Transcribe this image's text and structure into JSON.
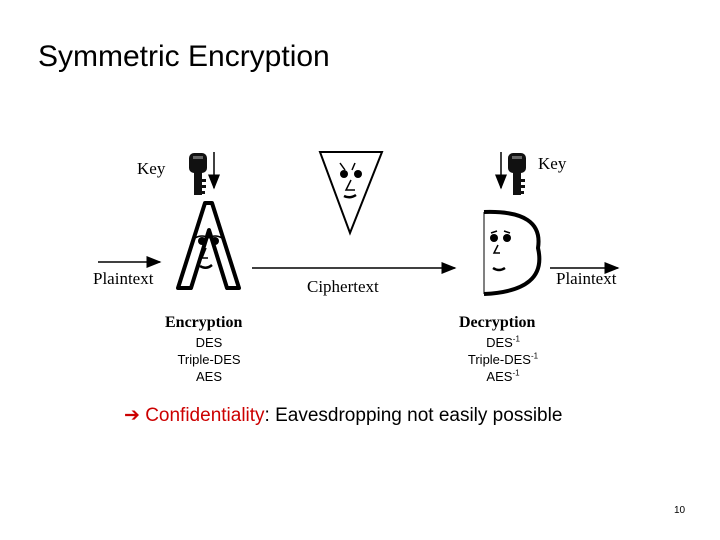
{
  "title": "Symmetric Encryption",
  "labels": {
    "key_left": "Key",
    "key_right": "Key",
    "plaintext_left": "Plaintext",
    "ciphertext": "Ciphertext",
    "plaintext_right": "Plaintext"
  },
  "encryption": {
    "heading": "Encryption",
    "algorithms": [
      "DES",
      "Triple-DES",
      "AES"
    ]
  },
  "decryption": {
    "heading": "Decryption",
    "algorithms": [
      {
        "name": "DES",
        "sup": "-1"
      },
      {
        "name": "Triple-DES",
        "sup": "-1"
      },
      {
        "name": "AES",
        "sup": "-1"
      }
    ]
  },
  "note": {
    "arrow": "➔",
    "term": "Confidentiality",
    "rest": ": Eavesdropping not easily possible"
  },
  "page_number": "10",
  "colors": {
    "accent": "#cc0000",
    "text": "#000000"
  }
}
